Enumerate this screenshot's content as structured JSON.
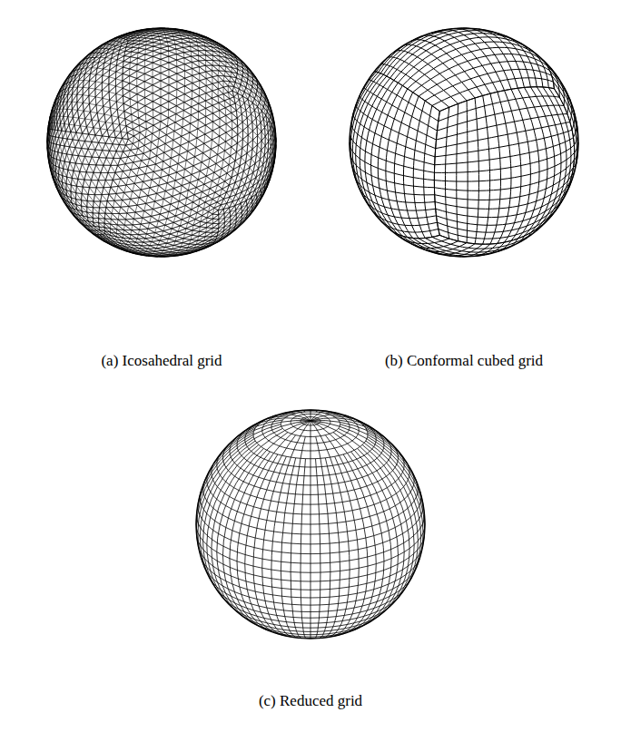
{
  "diagram": {
    "labels": [
      "(a) Icosahedral grid",
      "(b) Conformal cubed grid",
      "(c) Reduced grid"
    ]
  }
}
